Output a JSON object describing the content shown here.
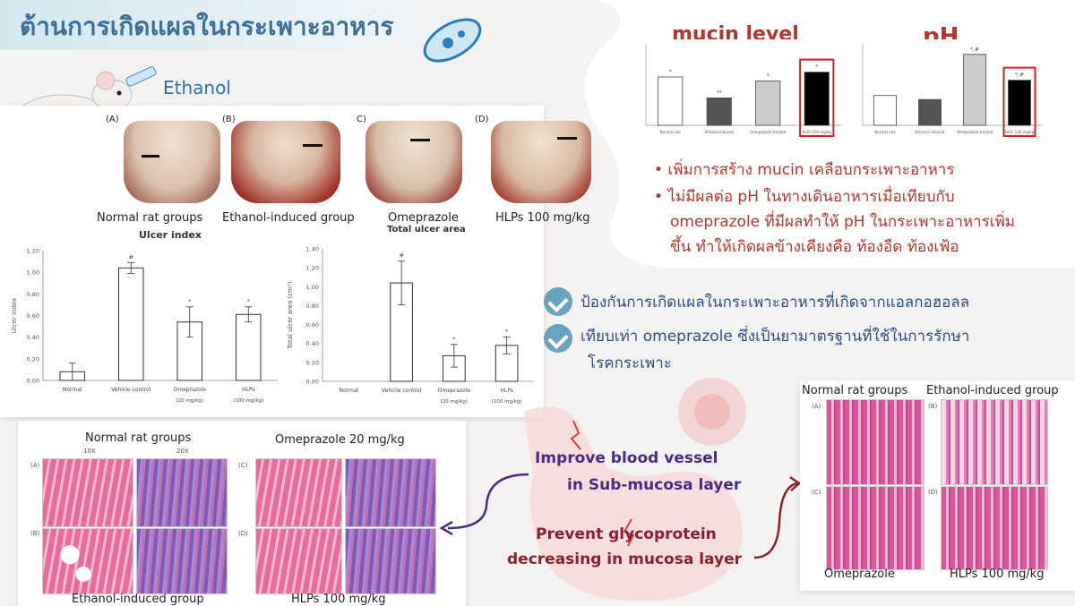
{
  "title": "ต้านการเกิดแผลในกระเพาะอาหาร",
  "ethanol_label": "Ethanol",
  "gross": {
    "panel_labels": [
      "(A)",
      "(B)",
      "C)",
      "(D)"
    ],
    "captions": [
      "Normal rat groups",
      "Ethanol-induced group",
      "Omeprazole",
      "HLPs 100 mg/kg"
    ]
  },
  "ulcer_index_chart": {
    "chart_data": {
      "type": "bar",
      "title": "Ulcer index",
      "ylabel": "Ulcer index",
      "categories": [
        "Normal",
        "Vehicle control",
        "Omeprazole (20 mg/kg)",
        "HLPs (100 mg/kg)"
      ],
      "values": [
        0.08,
        1.04,
        0.54,
        0.61
      ],
      "errors": [
        0.08,
        0.05,
        0.14,
        0.07
      ],
      "ylim": [
        0,
        1.2
      ],
      "yticks": [
        "0.00",
        "0.20",
        "0.40",
        "0.60",
        "0.80",
        "1.00",
        "1.20"
      ],
      "markers": [
        "",
        "#",
        "*",
        "*"
      ]
    }
  },
  "ulcer_area_chart": {
    "chart_data": {
      "type": "bar",
      "title": "Total ulcer area",
      "ylabel": "Total ulcer area (cm²)",
      "categories": [
        "Normal",
        "Vehicle control",
        "Omeprazole (20 mg/kg)",
        "HLPs (100 mg/kg)"
      ],
      "values": [
        0,
        1.04,
        0.27,
        0.38
      ],
      "errors": [
        0,
        0.23,
        0.12,
        0.09
      ],
      "ylim": [
        0,
        1.4
      ],
      "yticks": [
        "0.00",
        "0.20",
        "0.40",
        "0.60",
        "0.80",
        "1.00",
        "1.20",
        "1.40"
      ],
      "markers": [
        "",
        "#",
        "*",
        "*"
      ]
    }
  },
  "mucin_chart": {
    "heading": "mucin level",
    "chart_data": {
      "type": "bar",
      "categories": [
        "Normal rats",
        "Ethanol-induced",
        "Omeprazole-treated",
        "HLPs 100 mg/kg"
      ],
      "values": [
        0.6,
        0.34,
        0.55,
        0.66
      ],
      "fills": [
        "#ffffff",
        "#555555",
        "#cccccc",
        "#000000"
      ],
      "markers": [
        "*",
        "**",
        "*",
        "*"
      ],
      "highlighted": "HLPs 100 mg/kg"
    }
  },
  "ph_chart": {
    "heading": "pH",
    "chart_data": {
      "type": "bar",
      "categories": [
        "Normal rats",
        "Ethanol-induced",
        "Omeprazole-treated",
        "HLPs 100 mg/kg"
      ],
      "values": [
        0.37,
        0.32,
        0.88,
        0.56
      ],
      "fills": [
        "#ffffff",
        "#555555",
        "#cccccc",
        "#000000"
      ],
      "markers": [
        "",
        "",
        "*,#",
        "*,#"
      ],
      "highlighted": "HLPs 100 mg/kg"
    }
  },
  "bullets": [
    "เพิ่มการสร้าง mucin เคลือบกระเพาะอาหาร",
    "ไม่มีผลต่อ pH ในทางเดินอาหารเมื่อเทียบกับ",
    "omeprazole ที่มีผลทำให้ pH ในกระเพาะอาหารเพิ่ม",
    "ขึ้น ทำให้เกิดผลข้างเคียงคือ ท้องอืด ท้องเฟ้อ"
  ],
  "checks": [
    "ป้องกันการเกิดแผลในกระเพาะอาหารที่เกิดจากแอลกอฮอลล",
    "เทียบเท่า omeprazole ซึ่งเป็นยามาตรฐานที่ใช้ในการรักษา",
    "โรคกระเพาะ"
  ],
  "histology_left": {
    "top_left": "Normal rat groups",
    "top_right": "Omeprazole 20 mg/kg",
    "bottom_left": "Ethanol-induced group",
    "bottom_right": "HLPs 100 mg/kg",
    "mag_10x": "10X",
    "mag_20x": "20X",
    "panels": [
      "(A)",
      "(B)",
      "(C)",
      "(D)"
    ]
  },
  "arrows": {
    "blood_vessel_1": "Improve blood vessel",
    "blood_vessel_2": "in Sub-mucosa layer",
    "glyco_1": "Prevent glycoprotein",
    "glyco_2": "decreasing in mucosa layer"
  },
  "histology_right": {
    "top_left": "Normal rat groups",
    "top_right": "Ethanol-induced group",
    "bottom_left": "Omeprazole",
    "bottom_right": "HLPs 100 mg/kg",
    "panels": [
      "(A)",
      "(B)",
      "(C)",
      "(D)"
    ]
  }
}
